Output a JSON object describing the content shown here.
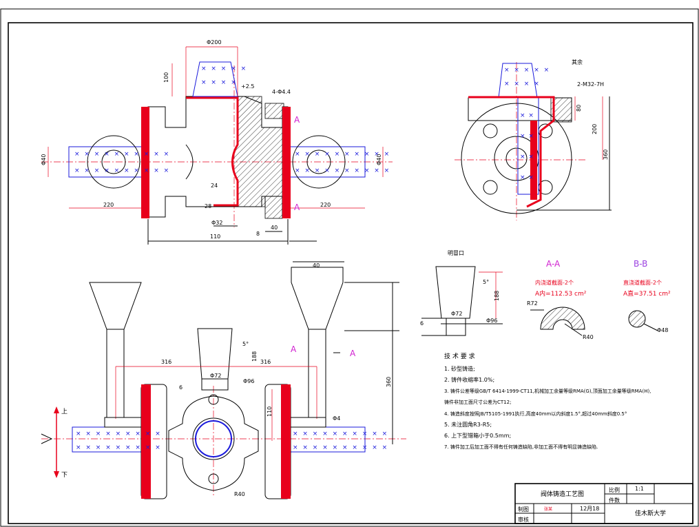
{
  "dimensions": {
    "d200": "Φ200",
    "d100": "100",
    "d25": "+2.5",
    "holes4": "4-Φ4.4",
    "a_top": "A",
    "a_bottom": "A",
    "d110": "110",
    "d220_left": "220",
    "d220_right": "220",
    "d32": "Φ32",
    "d8": "8",
    "d40": "40",
    "d_left_dia": "Φ40",
    "d_right_dia": "Φ40",
    "d24": "24",
    "d28": "28",
    "m32": "2-M32-7H",
    "d80": "80",
    "d200v": "200",
    "d360": "360",
    "d316a": "316",
    "d316b": "316",
    "d188": "188",
    "d72": "Φ72",
    "d96": "Φ96",
    "d6": "6",
    "d360b": "360",
    "d110b": "110",
    "r40b": "R40",
    "d5": "5°",
    "d40s": "40",
    "d_top": "Φ4"
  },
  "labels": {
    "roughness": "其余",
    "up": "上",
    "down": "下",
    "aa_left": "A",
    "aa_right": "A",
    "riser_label": "明冒口",
    "riser_5deg": "5°",
    "riser_188": "188",
    "riser_72": "Φ72",
    "riser_96": "Φ96",
    "riser_6": "6"
  },
  "sections": {
    "aa_title": "A-A",
    "aa_sub": "内浇道截面-2个",
    "aa_area": "A内=112.53 cm²",
    "aa_r72": "R72",
    "aa_r40": "R40",
    "bb_title": "B-B",
    "bb_sub": "直浇道截面-2个",
    "bb_area": "A直=37.51 cm²",
    "bb_d48": "Φ48"
  },
  "requirements": {
    "heading": "技 术 要 求",
    "items": [
      "1. 砂型铸造;",
      "2. 铸件收缩率1.0%;",
      "3. 铸件公差等级GB/T 6414-1999-CT11,机械加工余量等级RMA(G),顶面加工余量等级RMA(H),",
      "   铸件非加工面尺寸公差为CT12;",
      "4. 铸造斜度按照JB/T5105-1991执行,高度40mm以内斜度1.5°,超过40mm斜度0.5°",
      "5. 未注圆角R3-R5;",
      "6. 上下型错箱小于0.5mm;",
      "7. 铸件加工后加工面不得有任何铸造缺陷,非加工面不得有明显铸造缺陷."
    ]
  },
  "title_block": {
    "title": "阀体铸造工艺图",
    "scale_label": "比例",
    "scale_value": "1:1",
    "count_label": "件数",
    "drawer_label": "制图",
    "drawer_name": "张某",
    "date": "12月18",
    "review_label": "审核",
    "school": "佳木斯大学"
  },
  "colors": {
    "red": "#e8001c",
    "blue": "#1a1adb",
    "magenta": "#d01fd0",
    "black": "#000000"
  }
}
